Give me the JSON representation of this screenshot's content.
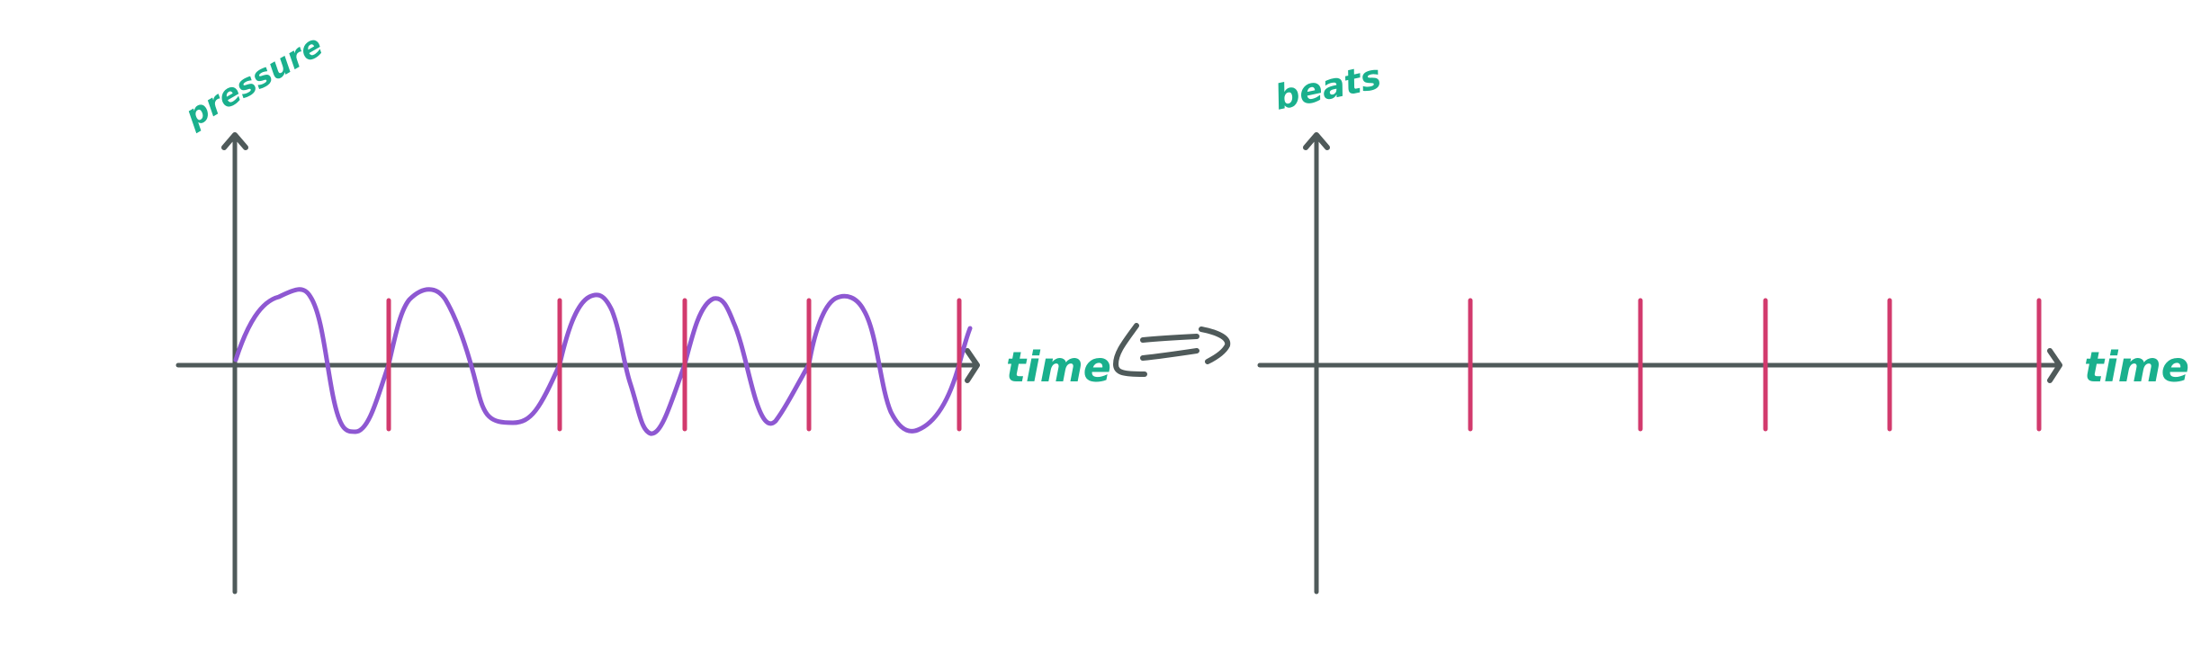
{
  "colors": {
    "axis": "#4f5a5a",
    "label": "#1ab08d",
    "beat": "#d23a6d",
    "wave": "#8e58d2",
    "background": "#ffffff"
  },
  "left_panel": {
    "y_label": "pressure",
    "x_label": "time",
    "description": "pressure waveform with beat markers at zero-crossings"
  },
  "equivalence_symbol": "<=>",
  "right_panel": {
    "y_label": "beats",
    "x_label": "time",
    "description": "beat markers only"
  },
  "chart_data": [
    {
      "type": "line",
      "title": "",
      "xlabel": "time",
      "ylabel": "pressure",
      "series": [
        {
          "name": "pressure wave",
          "description": "hand-drawn oscillating wave, ~5 cycles",
          "color": "#8e58d2"
        },
        {
          "name": "beats",
          "description": "vertical markers at upward zero crossings",
          "color": "#d23a6d",
          "x_relative": [
            0.19,
            0.4,
            0.56,
            0.71,
            0.9
          ]
        }
      ],
      "grid": false,
      "legend": "none"
    },
    {
      "type": "line",
      "title": "",
      "xlabel": "time",
      "ylabel": "beats",
      "series": [
        {
          "name": "beats",
          "description": "vertical beat markers (same positions as left)",
          "color": "#d23a6d",
          "x_relative": [
            0.19,
            0.4,
            0.56,
            0.71,
            0.9
          ]
        }
      ],
      "grid": false,
      "legend": "none"
    }
  ]
}
